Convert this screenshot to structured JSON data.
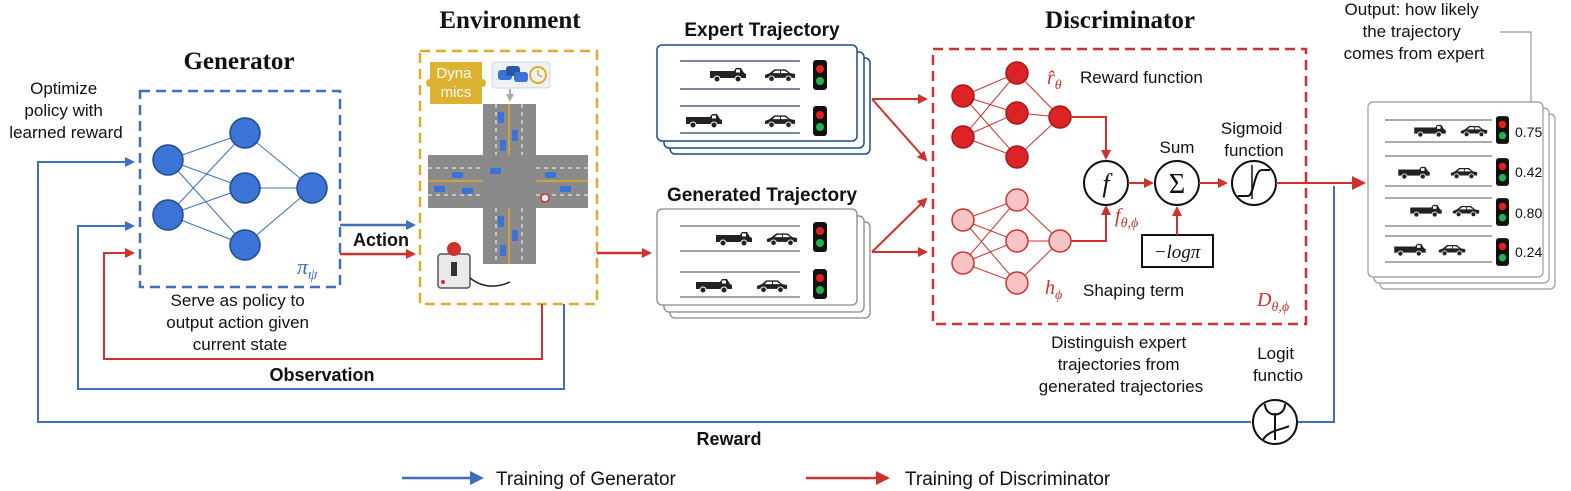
{
  "colors": {
    "blue": "#3f6fbd",
    "blue_node": "#3b73d6",
    "red": "#d0312d",
    "red_node": "#dd2326",
    "pink_node": "#f8c4c6",
    "env_border": "#e1ab2a",
    "dyn_fill": "#ddb22e",
    "traj_blue": "#1f4c8c"
  },
  "generator": {
    "title": "Generator",
    "optimize_lines": [
      "Optimize",
      "policy with",
      "learned reward"
    ],
    "policy_symbol": "π",
    "policy_sub": "ψ",
    "serve_lines": [
      "Serve as policy to",
      "output action given",
      "current state"
    ]
  },
  "environment": {
    "title": "Environment",
    "dyn_lines": [
      "Dyna",
      "mics"
    ]
  },
  "labels": {
    "action": "Action",
    "observation": "Observation",
    "reward": "Reward"
  },
  "trajectories": {
    "expert_title": "Expert Trajectory",
    "generated_title": "Generated Trajectory"
  },
  "discriminator": {
    "title": "Discriminator",
    "reward_sym": "r̂",
    "reward_sub": "θ",
    "reward_label": "Reward function",
    "shaping_sym": "h",
    "shaping_sub": "ϕ",
    "shaping_label": "Shaping term",
    "f_symbol": "f",
    "f_sub_sym": "f",
    "f_sub": "θ,ϕ",
    "sum_label": "Sum",
    "sum_symbol": "Σ",
    "log_term": "−logπ",
    "sigmoid_lines": [
      "Sigmoid",
      "function"
    ],
    "d_sym": "D",
    "d_sub": "θ,ϕ",
    "distinguish_lines": [
      "Distinguish expert",
      "trajectories from",
      "generated trajectories"
    ],
    "logit_lines": [
      "Logit",
      "functio"
    ]
  },
  "output": {
    "title_lines": [
      "Output: how likely",
      "the trajectory",
      "comes from expert"
    ],
    "scores": [
      "0.75",
      "0.42",
      "0.80",
      "0.24"
    ]
  },
  "legend": {
    "generator": "Training of Generator",
    "discriminator": "Training of Discriminator"
  }
}
